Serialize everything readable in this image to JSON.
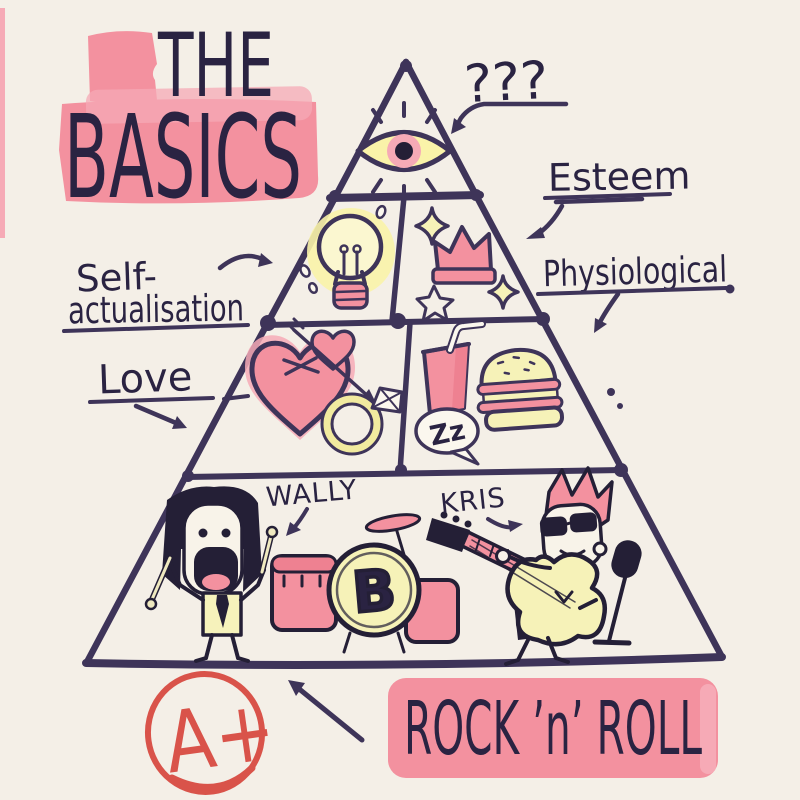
{
  "palette": {
    "background": "#f4efe7",
    "ink": "#3e3459",
    "text": "#2a2342",
    "black": "#241f36",
    "pink": "#f3919f",
    "pink_deep": "#ee8191",
    "pink_light": "#f6aab6",
    "yellow": "#f6f2b8",
    "yellow_glow": "#faf3a9",
    "cream": "#fbf7ee",
    "red": "#d9534a"
  },
  "title": {
    "line1": "THE",
    "line2": "BASICS"
  },
  "labels": {
    "mystery": "???",
    "esteem": "Esteem",
    "self_actualisation_line1": "Self-",
    "self_actualisation_line2": "actualisation",
    "physiological": "Physiological",
    "love": "Love",
    "drummer_name": "WALLY",
    "guitarist_name": "KRIS",
    "bass_drum_letter": "B",
    "sleep_bubble": "Zz",
    "grade_mark": "A+",
    "bottom_caption": "ROCK ’n’ ROLL"
  },
  "icons": {
    "top_level": "eye-icon",
    "esteem_level": [
      "lightbulb-icon",
      "crown-icon",
      "sparkle-icon",
      "star-icon"
    ],
    "love_level": [
      "heart-icon",
      "heart-arrow-icon",
      "diamond-ring-icon"
    ],
    "physiological_level": [
      "soda-cup-icon",
      "burger-icon",
      "sleep-bubble-icon"
    ],
    "base_level": [
      "drummer-character",
      "drum-kit-icon",
      "bass-drum-icon",
      "guitarist-character",
      "microphone-icon"
    ],
    "grade": "grade-circle-icon"
  }
}
